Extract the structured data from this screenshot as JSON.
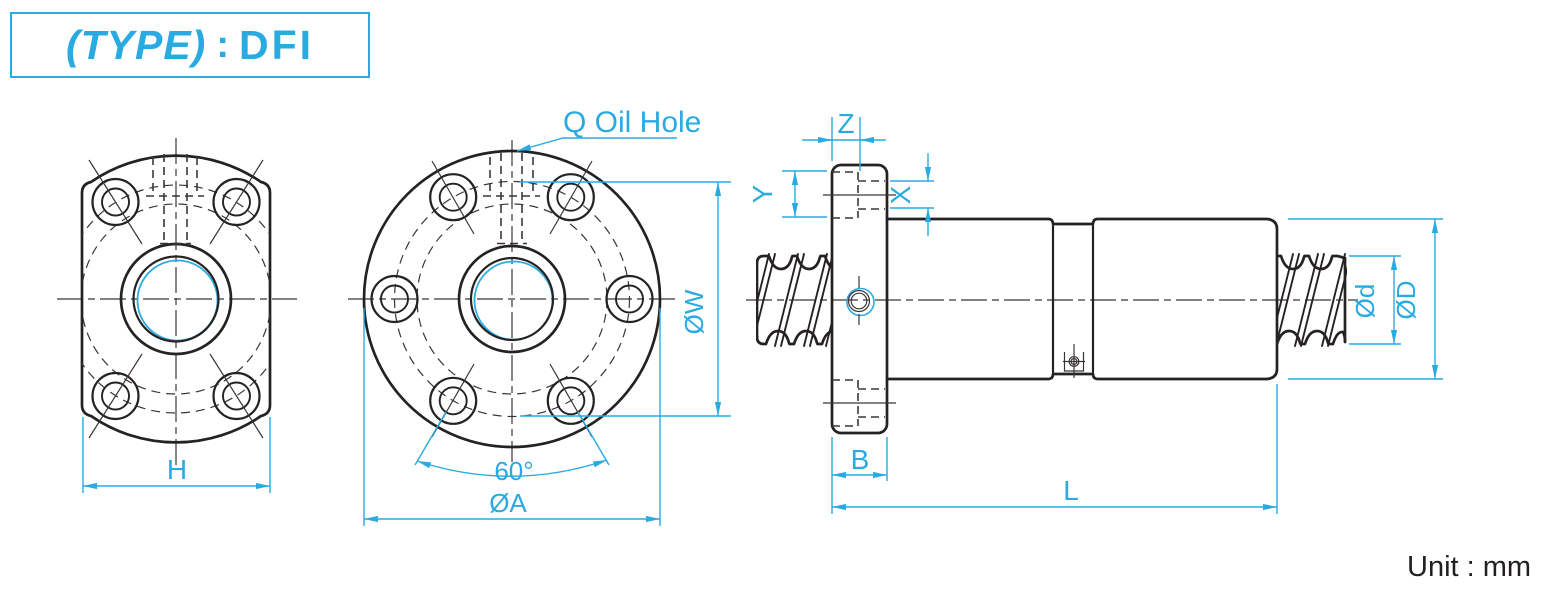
{
  "title": {
    "type_label": "(TYPE)",
    "separator": ":",
    "model": "DFI"
  },
  "unit_note": "Unit : mm",
  "views": {
    "side_flange_view": {
      "dims": {
        "flange_width": "H"
      }
    },
    "front_view": {
      "annotations": {
        "oil_hole": "Q Oil Hole"
      },
      "dims": {
        "bolt_circle_dia": "ØW",
        "flange_dia": "ØA",
        "bolt_angle": "60°"
      }
    },
    "section_view": {
      "dims": {
        "counterbore_depth": "Z",
        "counterbore_dia": "Y",
        "bolt_hole_dia": "X",
        "flange_thickness": "B",
        "total_length": "L",
        "screw_dia": "Ød",
        "nut_dia": "ØD"
      }
    }
  },
  "colors": {
    "dimension_accent": "#29ABE2",
    "drawing_line": "#262223"
  }
}
